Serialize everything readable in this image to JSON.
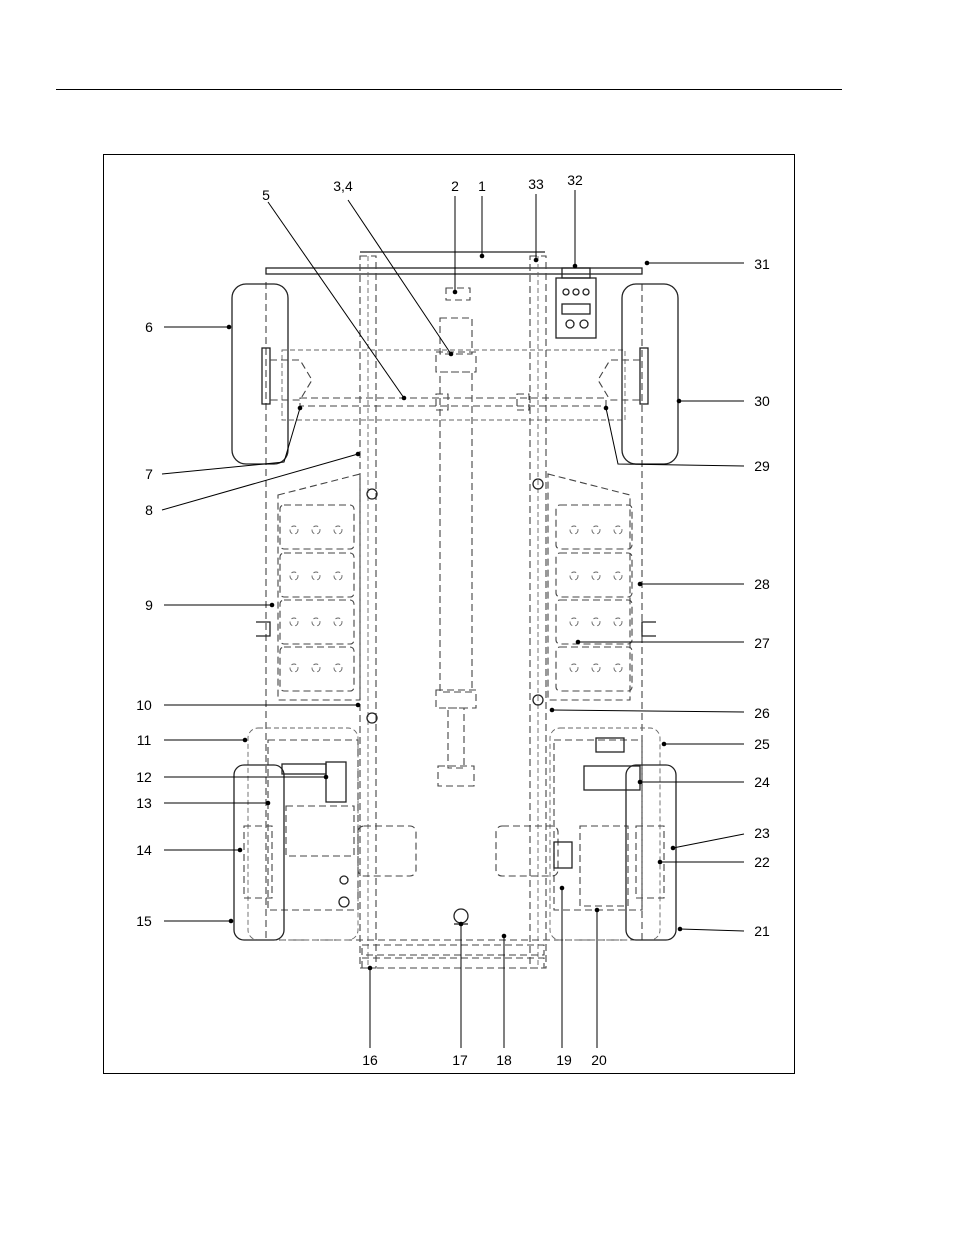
{
  "callouts": [
    {
      "id": "c1",
      "label": "1"
    },
    {
      "id": "c2",
      "label": "2"
    },
    {
      "id": "c3",
      "label": "3,4"
    },
    {
      "id": "c5",
      "label": "5"
    },
    {
      "id": "c6",
      "label": "6"
    },
    {
      "id": "c7",
      "label": "7"
    },
    {
      "id": "c8",
      "label": "8"
    },
    {
      "id": "c9",
      "label": "9"
    },
    {
      "id": "c10",
      "label": "10"
    },
    {
      "id": "c11",
      "label": "11"
    },
    {
      "id": "c12",
      "label": "12"
    },
    {
      "id": "c13",
      "label": "13"
    },
    {
      "id": "c14",
      "label": "14"
    },
    {
      "id": "c15",
      "label": "15"
    },
    {
      "id": "c16",
      "label": "16"
    },
    {
      "id": "c17",
      "label": "17"
    },
    {
      "id": "c18",
      "label": "18"
    },
    {
      "id": "c19",
      "label": "19"
    },
    {
      "id": "c20",
      "label": "20"
    },
    {
      "id": "c21",
      "label": "21"
    },
    {
      "id": "c22",
      "label": "22"
    },
    {
      "id": "c23",
      "label": "23"
    },
    {
      "id": "c24",
      "label": "24"
    },
    {
      "id": "c25",
      "label": "25"
    },
    {
      "id": "c26",
      "label": "26"
    },
    {
      "id": "c27",
      "label": "27"
    },
    {
      "id": "c28",
      "label": "28"
    },
    {
      "id": "c29",
      "label": "29"
    },
    {
      "id": "c30",
      "label": "30"
    },
    {
      "id": "c31",
      "label": "31"
    },
    {
      "id": "c32",
      "label": "32"
    },
    {
      "id": "c33",
      "label": "33"
    }
  ]
}
